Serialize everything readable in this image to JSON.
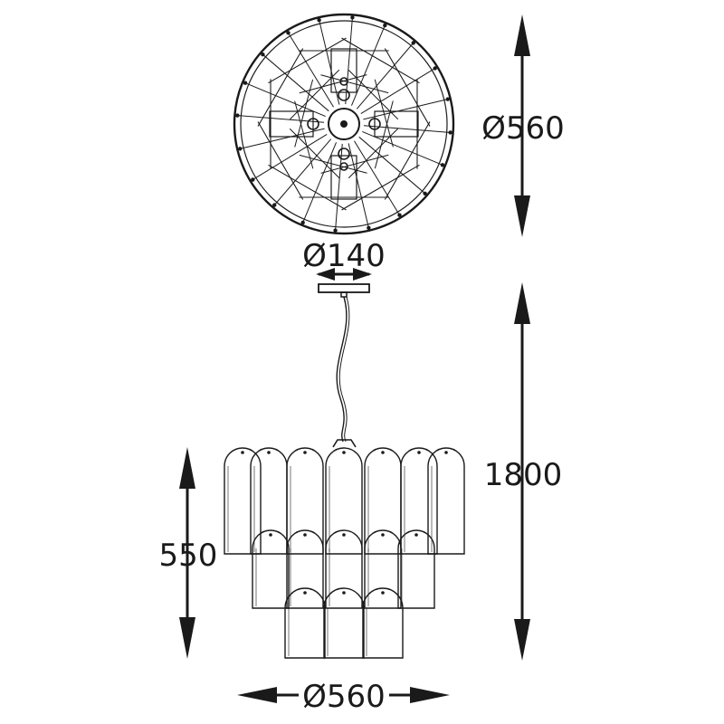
{
  "drawing": {
    "top_view_diameter": "Ø560",
    "canopy_diameter": "Ø140",
    "total_height": "1800",
    "body_height": "550",
    "body_diameter": "Ø560"
  },
  "colors": {
    "line": "#1a1a1a",
    "background": "#ffffff"
  }
}
